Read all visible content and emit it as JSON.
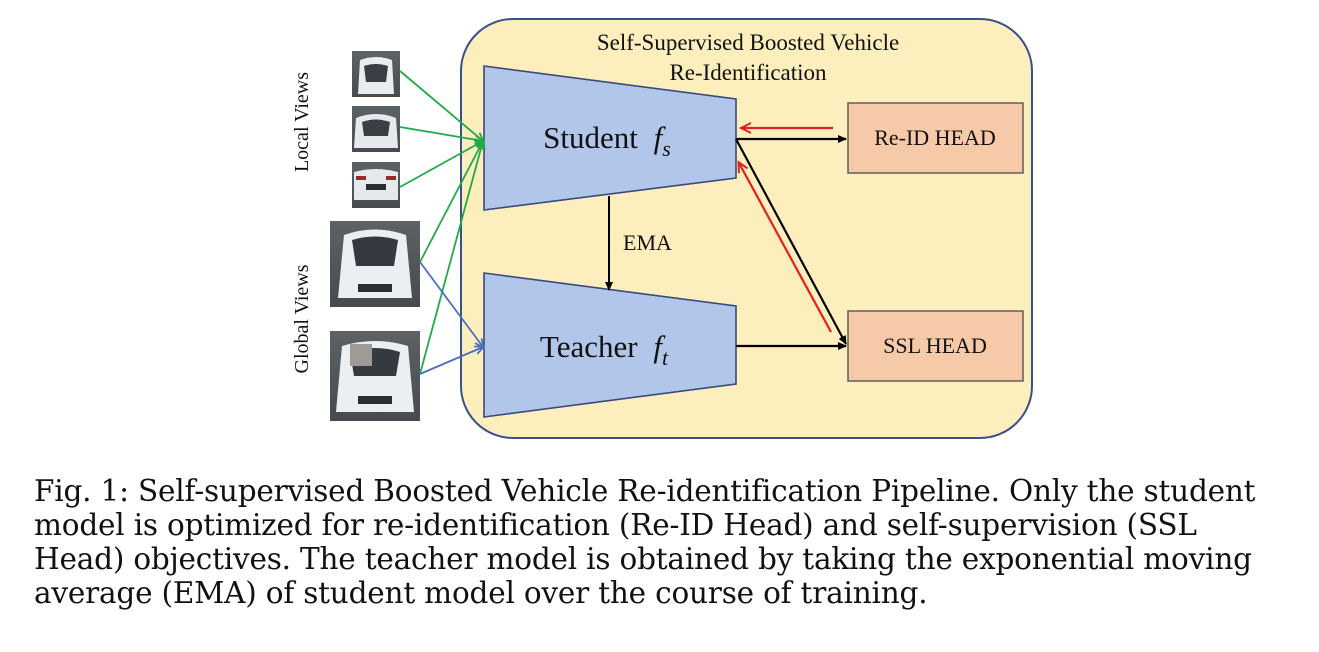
{
  "diagram": {
    "panel_title_line1": "Self-Supervised Boosted Vehicle",
    "panel_title_line2": "Re-Identification",
    "student_label": "Student",
    "student_var": "f",
    "student_sub": "s",
    "teacher_label": "Teacher",
    "teacher_var": "f",
    "teacher_sub": "t",
    "ema_label": "EMA",
    "reid_head_label": "Re-ID HEAD",
    "ssl_head_label": "SSL HEAD",
    "local_views_label": "Local Views",
    "global_views_label": "Global Views",
    "colors": {
      "panel_fill": "#fdeebd",
      "panel_stroke": "#3b4f8c",
      "model_fill": "#b1c6e8",
      "model_stroke": "#3a4a80",
      "head_fill": "#f6c9a9",
      "green_arrow": "#22aa4a",
      "blue_arrow": "#4a6fc1",
      "red_arrow": "#e61e1e",
      "black_arrow": "#000000"
    }
  },
  "caption": {
    "text": "Fig. 1: Self-supervised Boosted Vehicle Re-identification Pipeline. Only the student model is optimized for re-identification (Re-ID Head) and self-supervision (SSL Head) objectives. The teacher model is obtained by taking the exponential moving average (EMA) of student model over the course of training."
  }
}
